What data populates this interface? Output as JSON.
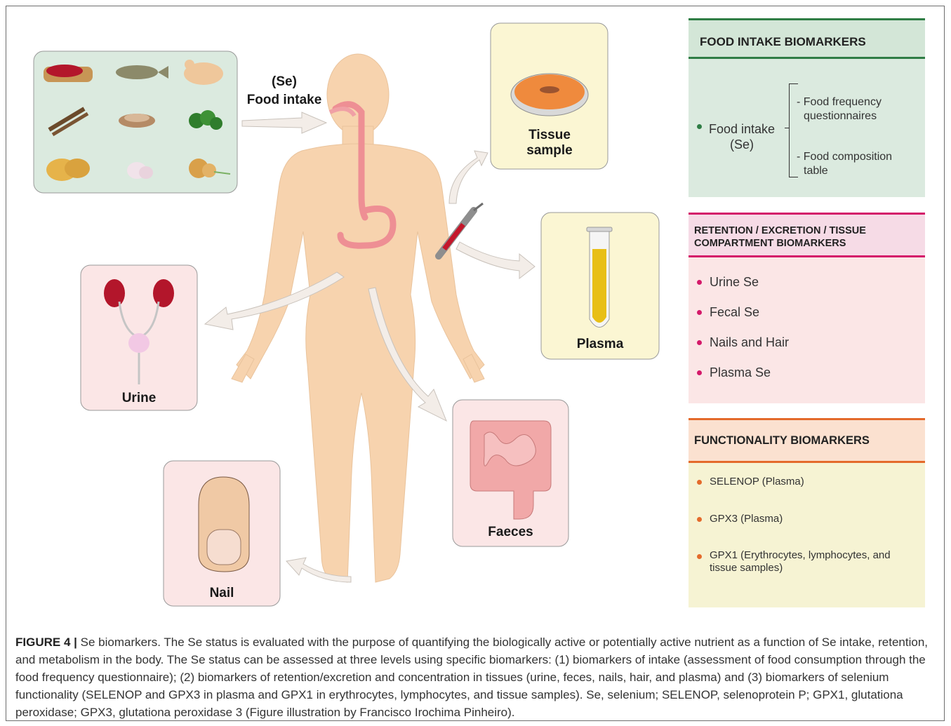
{
  "food_label": {
    "line1": "(Se)",
    "line2": "Food intake"
  },
  "boxes": {
    "tissue": {
      "line1": "Tissue",
      "line2": "sample"
    },
    "plasma": "Plasma",
    "urine": "Urine",
    "faeces": "Faeces",
    "nail": "Nail"
  },
  "panels": {
    "food_intake": {
      "title": "FOOD INTAKE BIOMARKERS",
      "main_line1": "Food intake",
      "main_line2": "(Se)",
      "sub1_line1": "- Food frequency",
      "sub1_line2": "questionnaires",
      "sub2_line1": "- Food composition",
      "sub2_line2": "table"
    },
    "retention": {
      "title_line1": "RETENTION / EXCRETION / TISSUE",
      "title_line2": "COMPARTMENT BIOMARKERS",
      "items": [
        "Urine Se",
        "Fecal Se",
        "Nails and Hair",
        "Plasma Se"
      ]
    },
    "functionality": {
      "title": "FUNCTIONALITY BIOMARKERS",
      "items": [
        "SELENOP (Plasma)",
        "GPX3 (Plasma)",
        "GPX1 (Erythrocytes, lymphocytes, and",
        "tissue samples)"
      ]
    }
  },
  "caption": {
    "label": "FIGURE 4 |",
    "text": "Se biomarkers. The Se status is evaluated with the purpose of quantifying the biologically active or potentially active nutrient as a function of Se intake, retention, and metabolism in the body. The Se status can be assessed at three levels using specific biomarkers: (1) biomarkers of intake (assessment of food consumption through the food frequency questionnaire); (2) biomarkers of retention/excretion and concentration in tissues (urine, feces, nails, hair, and plasma) and (3) biomarkers of selenium functionality (SELENOP and GPX3 in plasma and GPX1 in erythrocytes, lymphocytes, and tissue samples). Se, selenium; SELENOP, selenoprotein P; GPX1, glutationa peroxidase; GPX3, glutationa peroxidase 3 (Figure illustration by Francisco Irochima Pinheiro)."
  },
  "colors": {
    "food_bg": "#dbeadf",
    "food_line": "#2f7d45",
    "retention_bg": "#fbe6e6",
    "retention_line": "#d4196a",
    "retention_title_bg": "#f6dbe6",
    "func_bg": "#f6f3d3",
    "func_title_bg": "#fbe1d0",
    "func_line": "#e46a2b",
    "body": "#f7d3ae"
  }
}
